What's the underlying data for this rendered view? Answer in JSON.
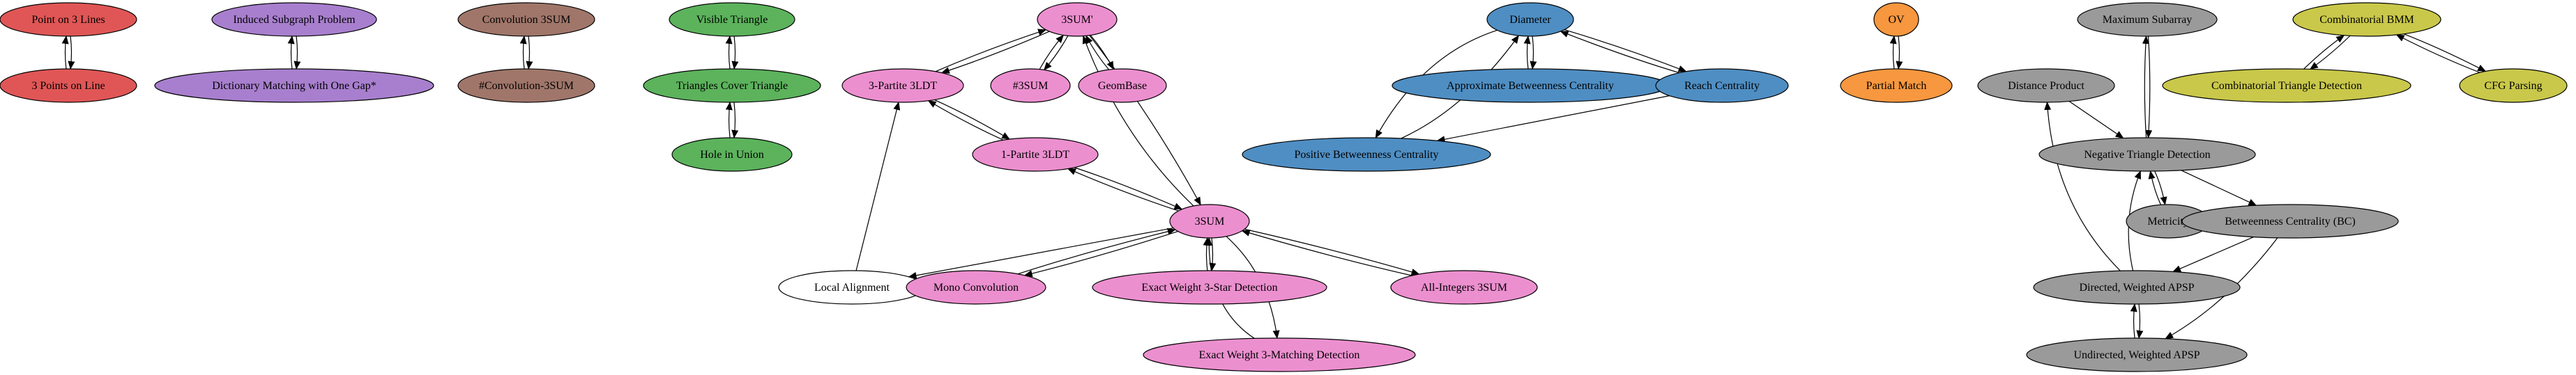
{
  "colors": {
    "red": "#e05656",
    "purple": "#a87fce",
    "brown": "#a0766a",
    "green": "#5cb35c",
    "pink": "#ec8fcf",
    "blue": "#4f8ec3",
    "orange": "#f7973f",
    "gray": "#9a9a9a",
    "olive": "#c9c84a",
    "white": "#ffffff"
  },
  "nodes": [
    {
      "id": "point3lines",
      "label": "Point on 3 Lines",
      "color": "red"
    },
    {
      "id": "3pointsline",
      "label": "3 Points on Line",
      "color": "red"
    },
    {
      "id": "inducedsub",
      "label": "Induced Subgraph Problem",
      "color": "purple"
    },
    {
      "id": "dictmatch",
      "label": "Dictionary Matching with One Gap*",
      "color": "purple"
    },
    {
      "id": "conv3sum",
      "label": "Convolution 3SUM",
      "color": "brown"
    },
    {
      "id": "sharpconv3sum",
      "label": "#Convolution-3SUM",
      "color": "brown"
    },
    {
      "id": "visibletri",
      "label": "Visible Triangle",
      "color": "green"
    },
    {
      "id": "tricover",
      "label": "Triangles Cover Triangle",
      "color": "green"
    },
    {
      "id": "holeunion",
      "label": "Hole in Union",
      "color": "green"
    },
    {
      "id": "3sumprime",
      "label": "3SUM'",
      "color": "pink"
    },
    {
      "id": "3partite",
      "label": "3-Partite 3LDT",
      "color": "pink"
    },
    {
      "id": "sharp3sum",
      "label": "#3SUM",
      "color": "pink"
    },
    {
      "id": "geombase",
      "label": "GeomBase",
      "color": "pink"
    },
    {
      "id": "1partite",
      "label": "1-Partite 3LDT",
      "color": "pink"
    },
    {
      "id": "3sum",
      "label": "3SUM",
      "color": "pink"
    },
    {
      "id": "localalign",
      "label": "Local Alignment",
      "color": "white"
    },
    {
      "id": "monoconv",
      "label": "Mono Convolution",
      "color": "pink"
    },
    {
      "id": "ew3star",
      "label": "Exact Weight 3-Star Detection",
      "color": "pink"
    },
    {
      "id": "allint3sum",
      "label": "All-Integers 3SUM",
      "color": "pink"
    },
    {
      "id": "ew3match",
      "label": "Exact Weight 3-Matching Detection",
      "color": "pink"
    },
    {
      "id": "diameter",
      "label": "Diameter",
      "color": "blue"
    },
    {
      "id": "approxbc",
      "label": "Approximate Betweenness Centrality",
      "color": "blue"
    },
    {
      "id": "reach",
      "label": "Reach Centrality",
      "color": "blue"
    },
    {
      "id": "posbc",
      "label": "Positive Betweenness Centrality",
      "color": "blue"
    },
    {
      "id": "ov",
      "label": "OV",
      "color": "orange"
    },
    {
      "id": "partialmatch",
      "label": "Partial Match",
      "color": "orange"
    },
    {
      "id": "maxsubarray",
      "label": "Maximum Subarray",
      "color": "gray"
    },
    {
      "id": "distprod",
      "label": "Distance Product",
      "color": "gray"
    },
    {
      "id": "negtri",
      "label": "Negative Triangle Detection",
      "color": "gray"
    },
    {
      "id": "metricity",
      "label": "Metricity",
      "color": "gray"
    },
    {
      "id": "bc",
      "label": "Betweenness Centrality (BC)",
      "color": "gray"
    },
    {
      "id": "dirapsp",
      "label": "Directed, Weighted APSP",
      "color": "gray"
    },
    {
      "id": "undirapsp",
      "label": "Undirected, Weighted APSP",
      "color": "gray"
    },
    {
      "id": "combbmm",
      "label": "Combinatorial BMM",
      "color": "olive"
    },
    {
      "id": "combtri",
      "label": "Combinatorial Triangle Detection",
      "color": "olive"
    },
    {
      "id": "cfg",
      "label": "CFG Parsing",
      "color": "olive"
    }
  ]
}
